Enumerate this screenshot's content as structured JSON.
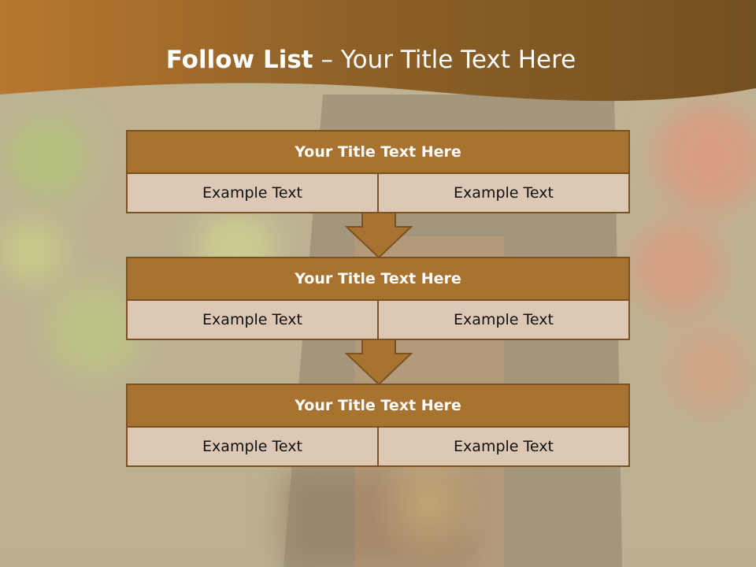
{
  "slide": {
    "title_bold": "Follow List",
    "title_rest": " – Your Title Text Here",
    "steps": [
      {
        "title": "Your Title Text Here",
        "left": "Example Text",
        "right": "Example Text"
      },
      {
        "title": "Your Title Text Here",
        "left": "Example Text",
        "right": "Example Text"
      },
      {
        "title": "Your Title Text Here",
        "left": "Example Text",
        "right": "Example Text"
      }
    ]
  },
  "colors": {
    "header": "#8a5a24",
    "block_title": "#a87230",
    "block_cell": "#dcc8b4",
    "arrow": "#a87230"
  }
}
